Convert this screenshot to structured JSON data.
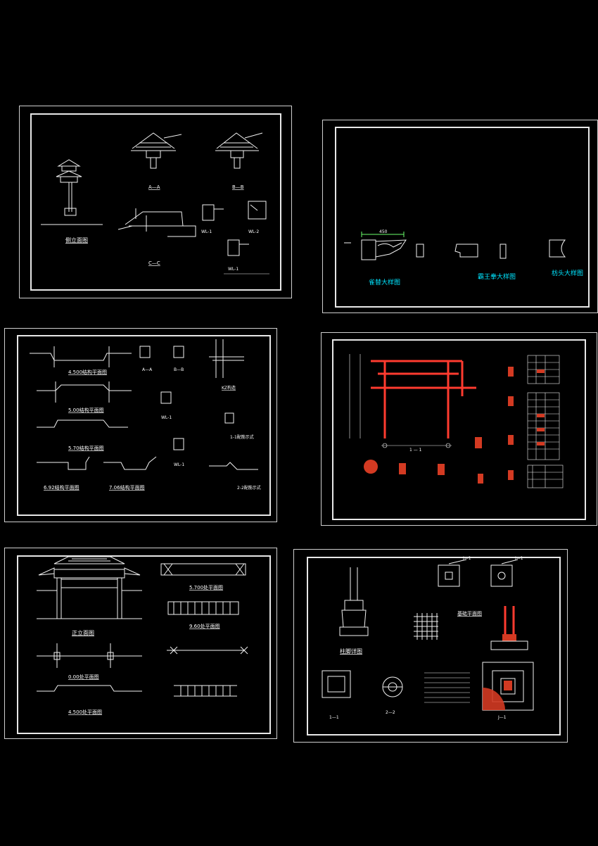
{
  "sheets": {
    "s1": {
      "labels": {
        "side_elev": "侧立面图",
        "aa": "A—A",
        "bb": "B—B",
        "cc": "C—C",
        "wl1": "WL-1",
        "wl2": "WL-2",
        "wl1b": "WL-1"
      }
    },
    "s2": {
      "dim": "450",
      "bracket": "雀替大样图",
      "queen": "霸王拳大样图",
      "beam_head": "枋头大样图"
    },
    "s3": {
      "plan_4500": "4.500结构平面图",
      "plan_500": "5.00结构平面图",
      "plan_570": "5.70结构平面图",
      "plan_692": "6.92结构平面图",
      "plan_706": "7.06结构平面图",
      "aa": "A—A",
      "bb": "B—B",
      "wl1": "WL-1",
      "wl1b": "WL-1",
      "kz": "KZ构造",
      "n11": "1-1配筋示式",
      "n22": "2-2配筋示式"
    },
    "s4": {
      "label_11": "1 — 1"
    },
    "s5": {
      "front_elev": "正立面图",
      "plan_5700": "5.700处平面图",
      "plan_960": "9.60处平面图",
      "plan_000": "0.00处平面图",
      "plan_4500": "4.500处平面图"
    },
    "s6": {
      "j1a": "J—1",
      "j1b": "J—1",
      "column_detail": "柱脚详图",
      "foundation_plan": "基础平面图",
      "sec11": "1—1",
      "sec22": "2—2",
      "j1c": "J—1"
    }
  },
  "colors": {
    "background": "#000000",
    "line": "#f2f2f2",
    "accent_red": "#ff3b2f",
    "accent_cyan": "#00e5ff"
  }
}
